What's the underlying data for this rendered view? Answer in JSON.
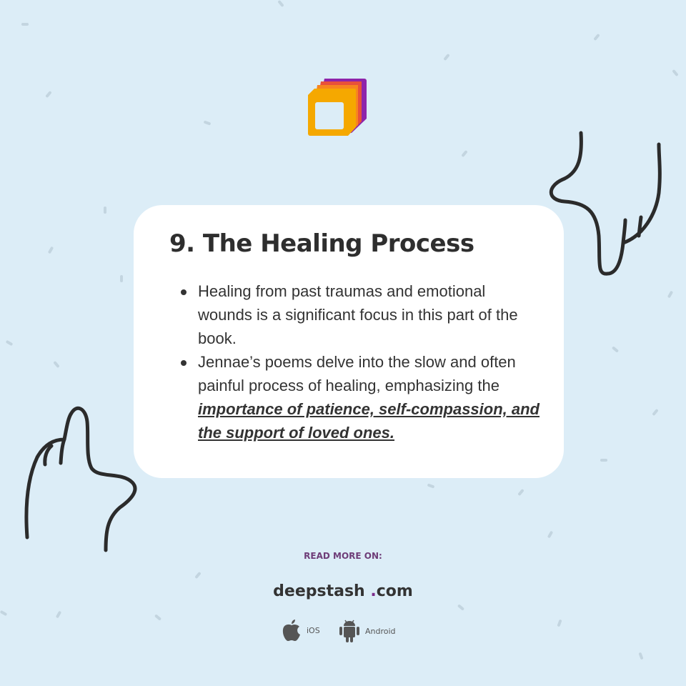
{
  "card": {
    "title": "9. The Healing Process",
    "bullets": [
      {
        "text": "Healing from past traumas and emotional wounds is a significant focus in this part of the book."
      },
      {
        "text": "Jennae’s poems delve into the slow and often painful process of healing, emphasizing the ",
        "highlight": "importance of patience, self-compassion, and the support of loved ones."
      }
    ]
  },
  "footer": {
    "read_more": "READ MORE ON:",
    "site_name": "deepstash",
    "site_dot": ".",
    "site_tld": "com",
    "ios_label": "iOS",
    "android_label": "Android"
  },
  "colors": {
    "background": "#dcedf7",
    "accent_purple": "#7b2a8a",
    "logo_orange": "#f5a800"
  }
}
